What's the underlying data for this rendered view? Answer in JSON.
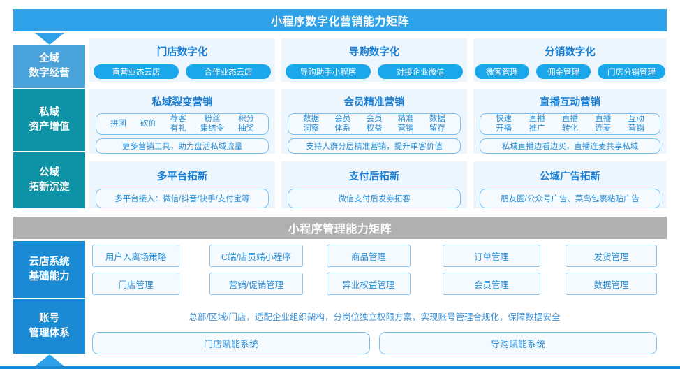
{
  "banners": {
    "marketing": "小程序数字化营销能力矩阵",
    "management": "小程序管理能力矩阵"
  },
  "rail": {
    "arrow_down_icon": "triangle-down-icon",
    "arrow_up_icon": "triangle-up-icon",
    "items": [
      {
        "line1": "全域",
        "line2": "数字经营",
        "color": "#4aa3db"
      },
      {
        "line1": "私域",
        "line2": "资产增值",
        "color": "#0e93a6"
      },
      {
        "line1": "公域",
        "line2": "拓新沉淀",
        "color": "#0e93a6"
      },
      {
        "line1": "云店系统",
        "line2": "基础能力",
        "color": "#1a8ad4"
      },
      {
        "line1": "账号",
        "line2": "管理体系",
        "color": "#1a8ad4"
      }
    ]
  },
  "row1": [
    {
      "title": "门店数字化",
      "pills": [
        "直营业态云店",
        "合作业态云店"
      ]
    },
    {
      "title": "导购数字化",
      "pills": [
        "导购助手小程序",
        "对接企业微信"
      ]
    },
    {
      "title": "分销数字化",
      "pills": [
        "微客管理",
        "佣金管理",
        "门店分销管理"
      ]
    }
  ],
  "row2": [
    {
      "title": "私域裂变营销",
      "tags": [
        "拼团",
        "砍价",
        "荐客\n有礼",
        "粉丝\n集结令",
        "积分\n抽奖"
      ],
      "caption": "更多营销工具，助力盘活私域流量"
    },
    {
      "title": "会员精准营销",
      "tags": [
        "数据\n洞察",
        "会员\n体系",
        "会员\n权益",
        "精准\n营销",
        "数据\n留存"
      ],
      "caption": "支持人群分层精准营销，提升单客价值"
    },
    {
      "title": "直播互动营销",
      "tags": [
        "快速\n开播",
        "直播\n推广",
        "直播\n转化",
        "直播\n连麦",
        "互动\n营销"
      ],
      "caption": "私域直播边看边买，直播连麦共享私域"
    }
  ],
  "row3": [
    {
      "title": "多平台拓新",
      "caption": "多平台接入：微信/抖音/快手/支付宝等"
    },
    {
      "title": "支付后拓新",
      "caption": "微信支付后发券拓客"
    },
    {
      "title": "公域广告拓新",
      "caption": "朋友圈/公众号广告、菜鸟包裹粘贴广告"
    }
  ],
  "matrix": {
    "row_top": [
      "用户入离场策略",
      "C端/店员端小程序",
      "商品管理",
      "订单管理",
      "发货管理"
    ],
    "row_bottom": [
      "门店管理",
      "营销/促销管理",
      "异业权益管理",
      "会员管理",
      "数据管理"
    ]
  },
  "account": {
    "note": "总部/区域/门店，适配企业组织架构，分岗位独立权限方案，实现账号管理合规化，保障数据安全",
    "systems": [
      "门店赋能系统",
      "导购赋能系统"
    ]
  },
  "colors": {
    "banner_blue": "#2fa1e8",
    "banner_gray": "#b0b0b0",
    "panel_bg": "#eef6fd",
    "pill": "#1aa7ec",
    "title_blue": "#1a7fd4",
    "text_blue": "#2b8fd6",
    "teal": "#0e93a6"
  }
}
